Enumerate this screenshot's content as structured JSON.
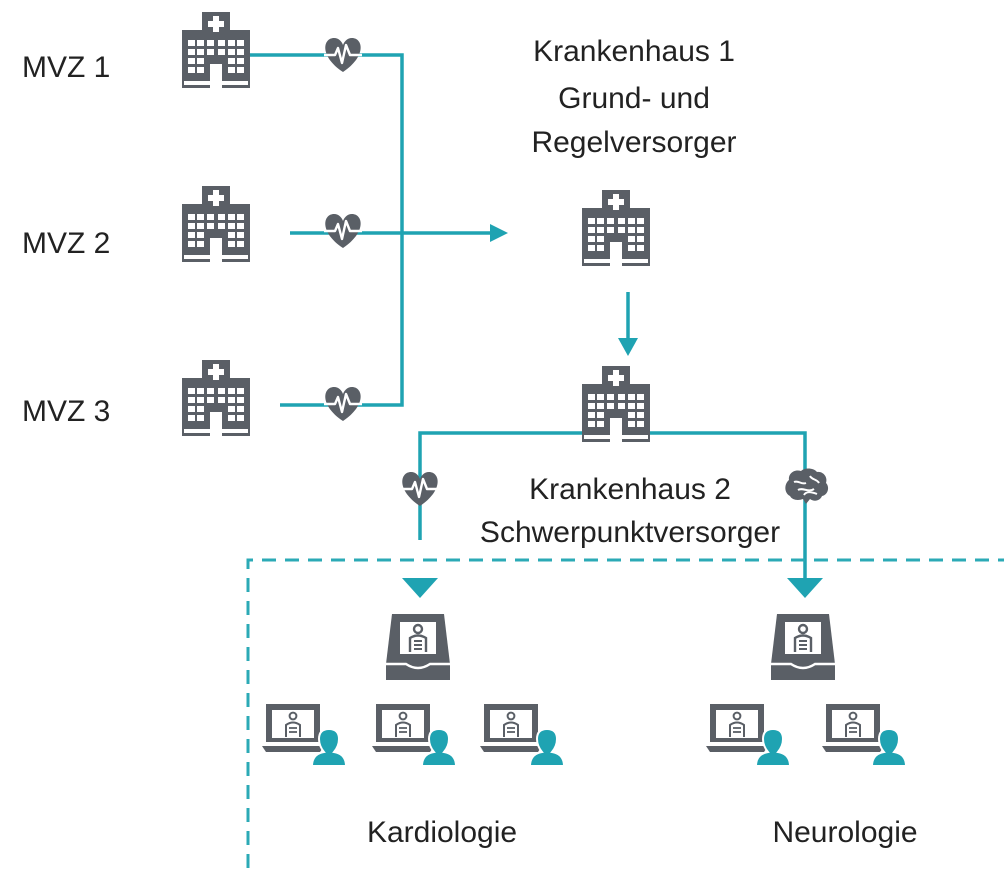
{
  "colors": {
    "teal": "#1FA3B2",
    "gray": "#5A5F66",
    "dashed": "#2BAAB6"
  },
  "sources": [
    {
      "label": "MVZ 1",
      "icon": "hospital-icon",
      "signal": "heart-ecg-icon"
    },
    {
      "label": "MVZ 2",
      "icon": "hospital-icon",
      "signal": "heart-ecg-icon"
    },
    {
      "label": "MVZ 3",
      "icon": "hospital-icon",
      "signal": "heart-ecg-icon"
    }
  ],
  "hospital1": {
    "line1": "Krankenhaus 1",
    "line2": "Grund- und",
    "line3": "Regelversorger",
    "icon": "hospital-icon"
  },
  "hospital2": {
    "line1": "Krankenhaus 2",
    "line2": "Schwerpunktversorger",
    "icon": "hospital-icon"
  },
  "departments": [
    {
      "label": "Kardiologie",
      "signal": "heart-ecg-icon",
      "inbox": "xray-inbox-icon",
      "workstations": 3
    },
    {
      "label": "Neurologie",
      "signal": "brain-icon",
      "inbox": "xray-inbox-icon",
      "workstations": 2
    }
  ]
}
